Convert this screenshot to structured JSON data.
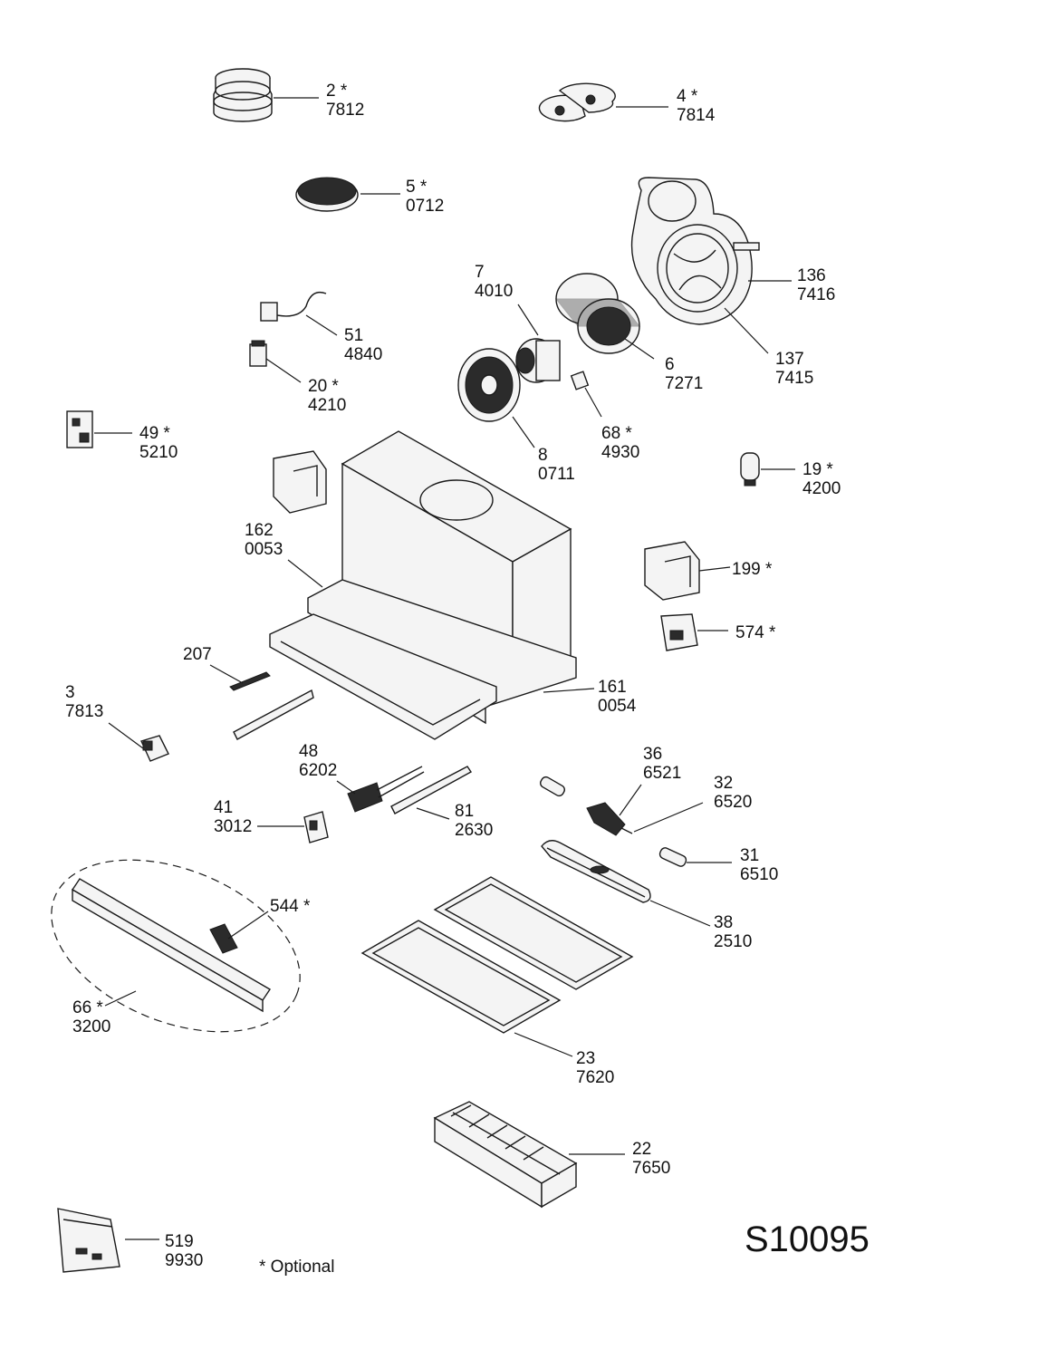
{
  "diagram": {
    "code": "S10095",
    "legend": "* Optional",
    "callouts": [
      {
        "ref": "2 *",
        "code": "7812"
      },
      {
        "ref": "4 *",
        "code": "7814"
      },
      {
        "ref": "5 *",
        "code": "0712"
      },
      {
        "ref": "7",
        "code": "4010"
      },
      {
        "ref": "136",
        "code": "7416"
      },
      {
        "ref": "51",
        "code": "4840"
      },
      {
        "ref": "6",
        "code": "7271"
      },
      {
        "ref": "137",
        "code": "7415"
      },
      {
        "ref": "20 *",
        "code": "4210"
      },
      {
        "ref": "49 *",
        "code": "5210"
      },
      {
        "ref": "68 *",
        "code": "4930"
      },
      {
        "ref": "8",
        "code": "0711"
      },
      {
        "ref": "19 *",
        "code": "4200"
      },
      {
        "ref": "162",
        "code": "0053"
      },
      {
        "ref": "199 *",
        "code": ""
      },
      {
        "ref": "574 *",
        "code": ""
      },
      {
        "ref": "207",
        "code": ""
      },
      {
        "ref": "161",
        "code": "0054"
      },
      {
        "ref": "3",
        "code": "7813"
      },
      {
        "ref": "36",
        "code": "6521"
      },
      {
        "ref": "48",
        "code": "6202"
      },
      {
        "ref": "32",
        "code": "6520"
      },
      {
        "ref": "41",
        "code": "3012"
      },
      {
        "ref": "81",
        "code": "2630"
      },
      {
        "ref": "31",
        "code": "6510"
      },
      {
        "ref": "544 *",
        "code": ""
      },
      {
        "ref": "38",
        "code": "2510"
      },
      {
        "ref": "66 *",
        "code": "3200"
      },
      {
        "ref": "23",
        "code": "7620"
      },
      {
        "ref": "22",
        "code": "7650"
      },
      {
        "ref": "519",
        "code": "9930"
      }
    ]
  }
}
